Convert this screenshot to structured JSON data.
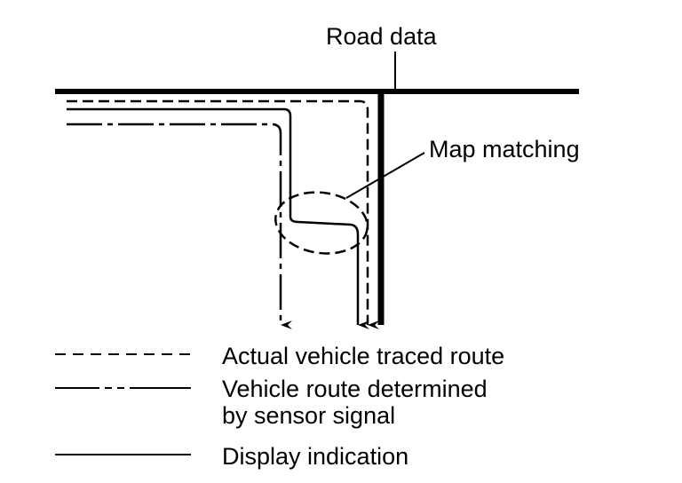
{
  "labels": {
    "road_data": "Road data",
    "map_matching": "Map matching"
  },
  "legend": [
    {
      "style": "dashed",
      "label": "Actual vehicle traced route"
    },
    {
      "style": "dash-dot",
      "label": "Vehicle route determined",
      "label2": "by sensor signal"
    },
    {
      "style": "solid",
      "label": "Display indication"
    }
  ],
  "colors": {
    "ink": "#000000",
    "background": "#ffffff"
  }
}
